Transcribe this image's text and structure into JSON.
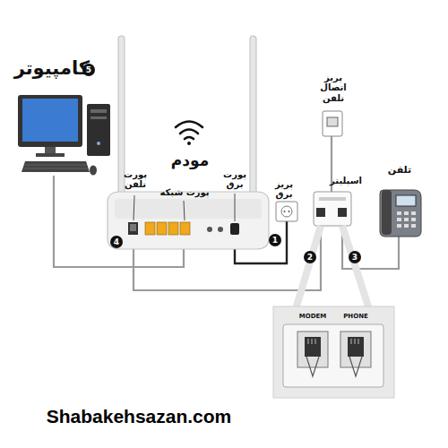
{
  "diagram": {
    "nodes": [
      {
        "text": [
          "MODEM",
          "PHONE"
        ]
      }
    ],
    "labels": [
      "کامپیوتر",
      "5",
      "مودم",
      "پورت تلفن",
      "پورت شبکه",
      "پورت برق",
      "پریز اتصال تلفن",
      "پریز برق",
      "اسپلیتر",
      "تلفن",
      "4",
      "1",
      "2",
      "3",
      "Shabakehsazan.com"
    ]
  }
}
